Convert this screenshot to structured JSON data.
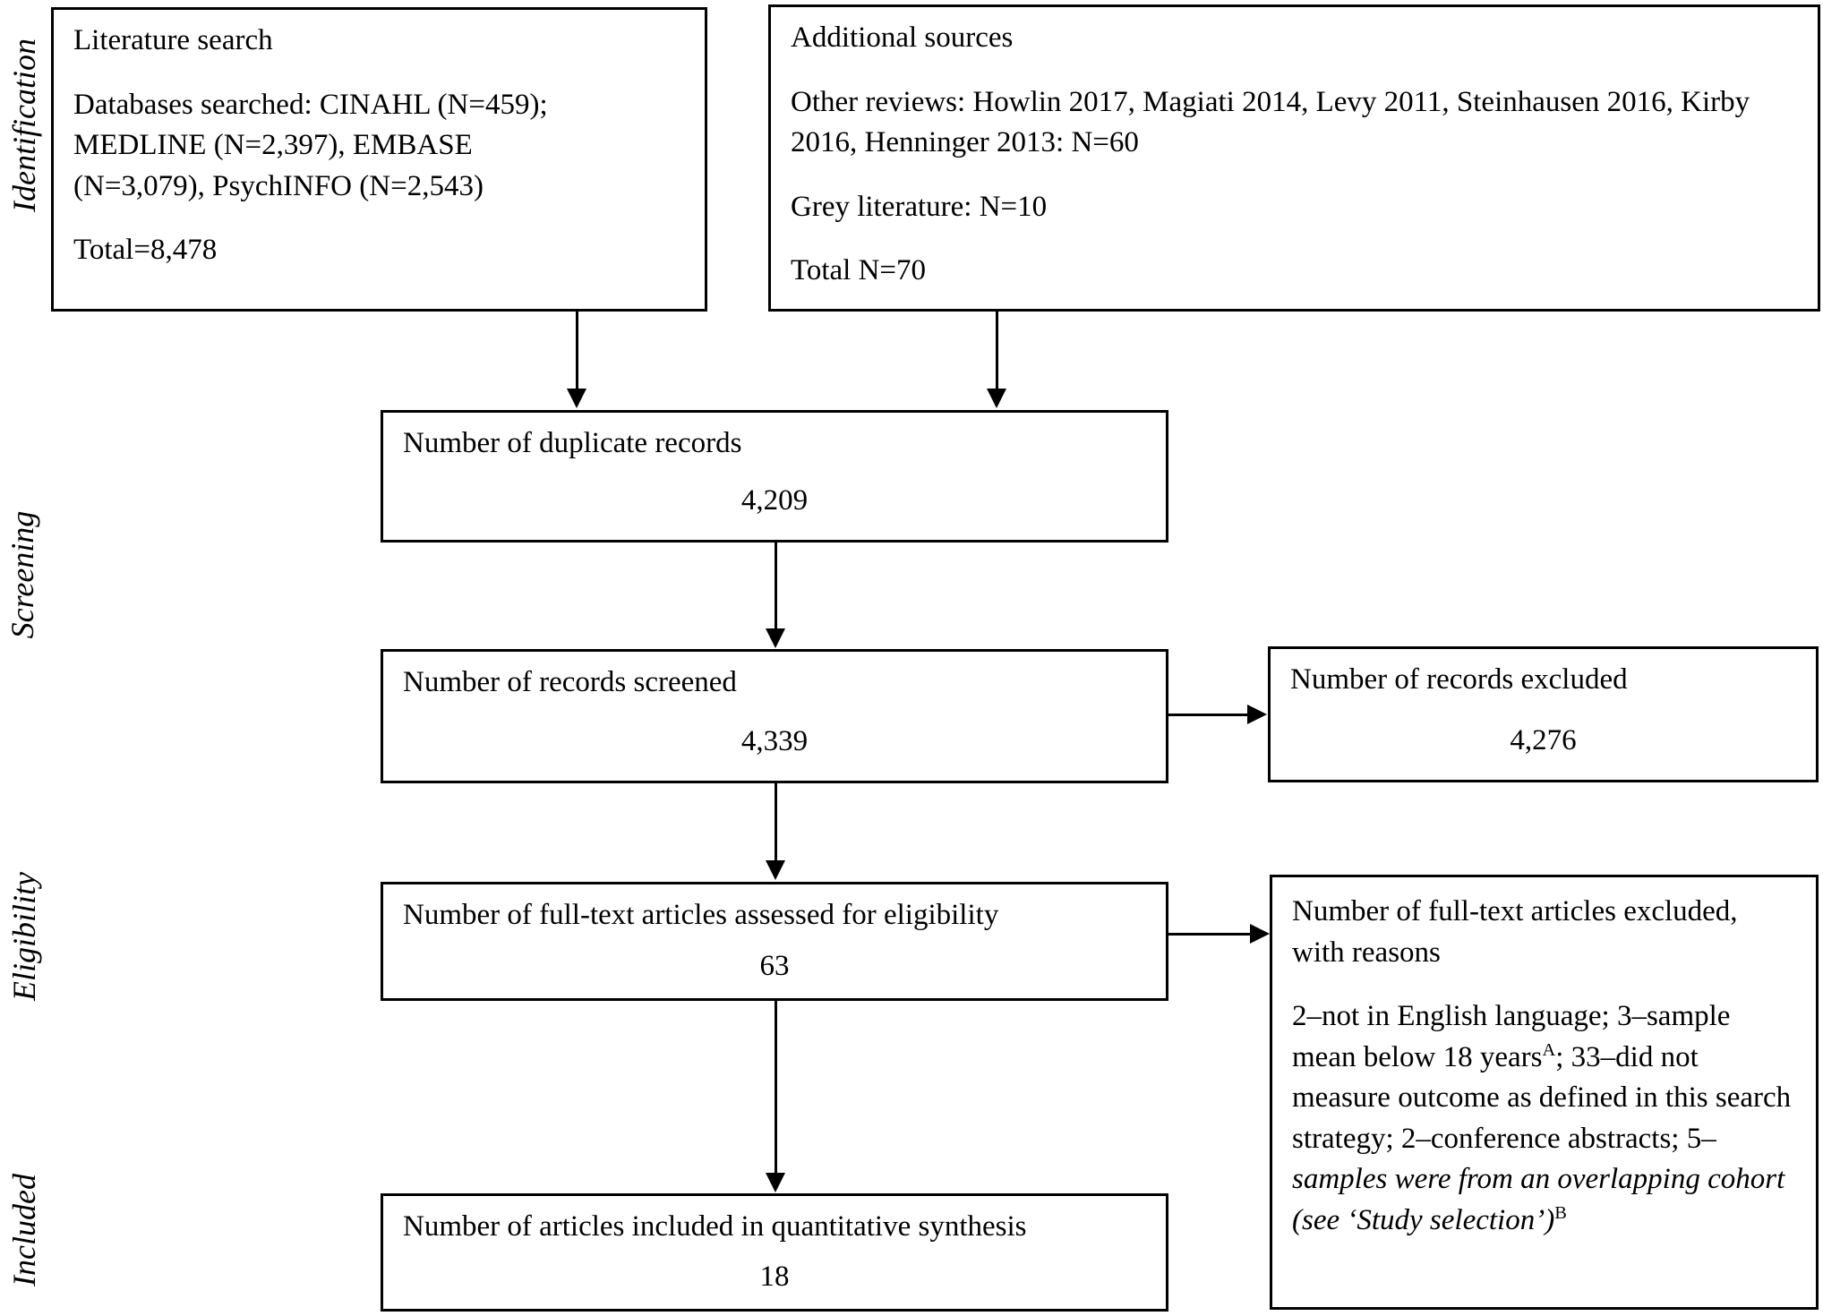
{
  "page": {
    "background_color": "#ffffff",
    "ink_color": "#000000",
    "diagram_type": "PRISMA flow diagram"
  },
  "stage_labels": [
    {
      "id": "identification",
      "text": "Identification"
    },
    {
      "id": "screening",
      "text": "Screening"
    },
    {
      "id": "eligibility",
      "text": "Eligibility"
    },
    {
      "id": "included",
      "text": "Included"
    }
  ],
  "boxes": {
    "literature_search": {
      "title": "Literature search",
      "body": "Databases searched: CINAHL (N=459); MEDLINE (N=2,397), EMBASE (N=3,079), PsychINFO (N=2,543)",
      "total": "Total=8,478"
    },
    "additional_sources": {
      "title": "Additional sources",
      "other_reviews": "Other reviews: Howlin 2017, Magiati 2014, Levy 2011, Steinhausen 2016, Kirby 2016, Henninger 2013: N=60",
      "grey_literature": "Grey literature: N=10",
      "total": "Total N=70"
    },
    "duplicates": {
      "title": "Number of duplicate records",
      "value": "4,209"
    },
    "screened": {
      "title": "Number of records screened",
      "value": "4,339"
    },
    "records_excluded": {
      "title": "Number of records excluded",
      "value": "4,276"
    },
    "fulltext_assessed": {
      "title": "Number of full-text articles assessed for eligibility",
      "value": "63"
    },
    "fulltext_excluded": {
      "title": "Number of full-text articles excluded, with reasons",
      "reasons_part1": "2–not in English language; 3–sample mean below 18 years",
      "superscript_a": "A",
      "reasons_part2": "; 33–did not measure outcome as defined in this search strategy; 2–conference abstracts; 5–",
      "reasons_italic": "samples were from an overlapping cohort (see ‘Study selection’)",
      "superscript_b": "B"
    },
    "included_synthesis": {
      "title": "Number of articles included in quantitative synthesis",
      "value": "18"
    }
  }
}
